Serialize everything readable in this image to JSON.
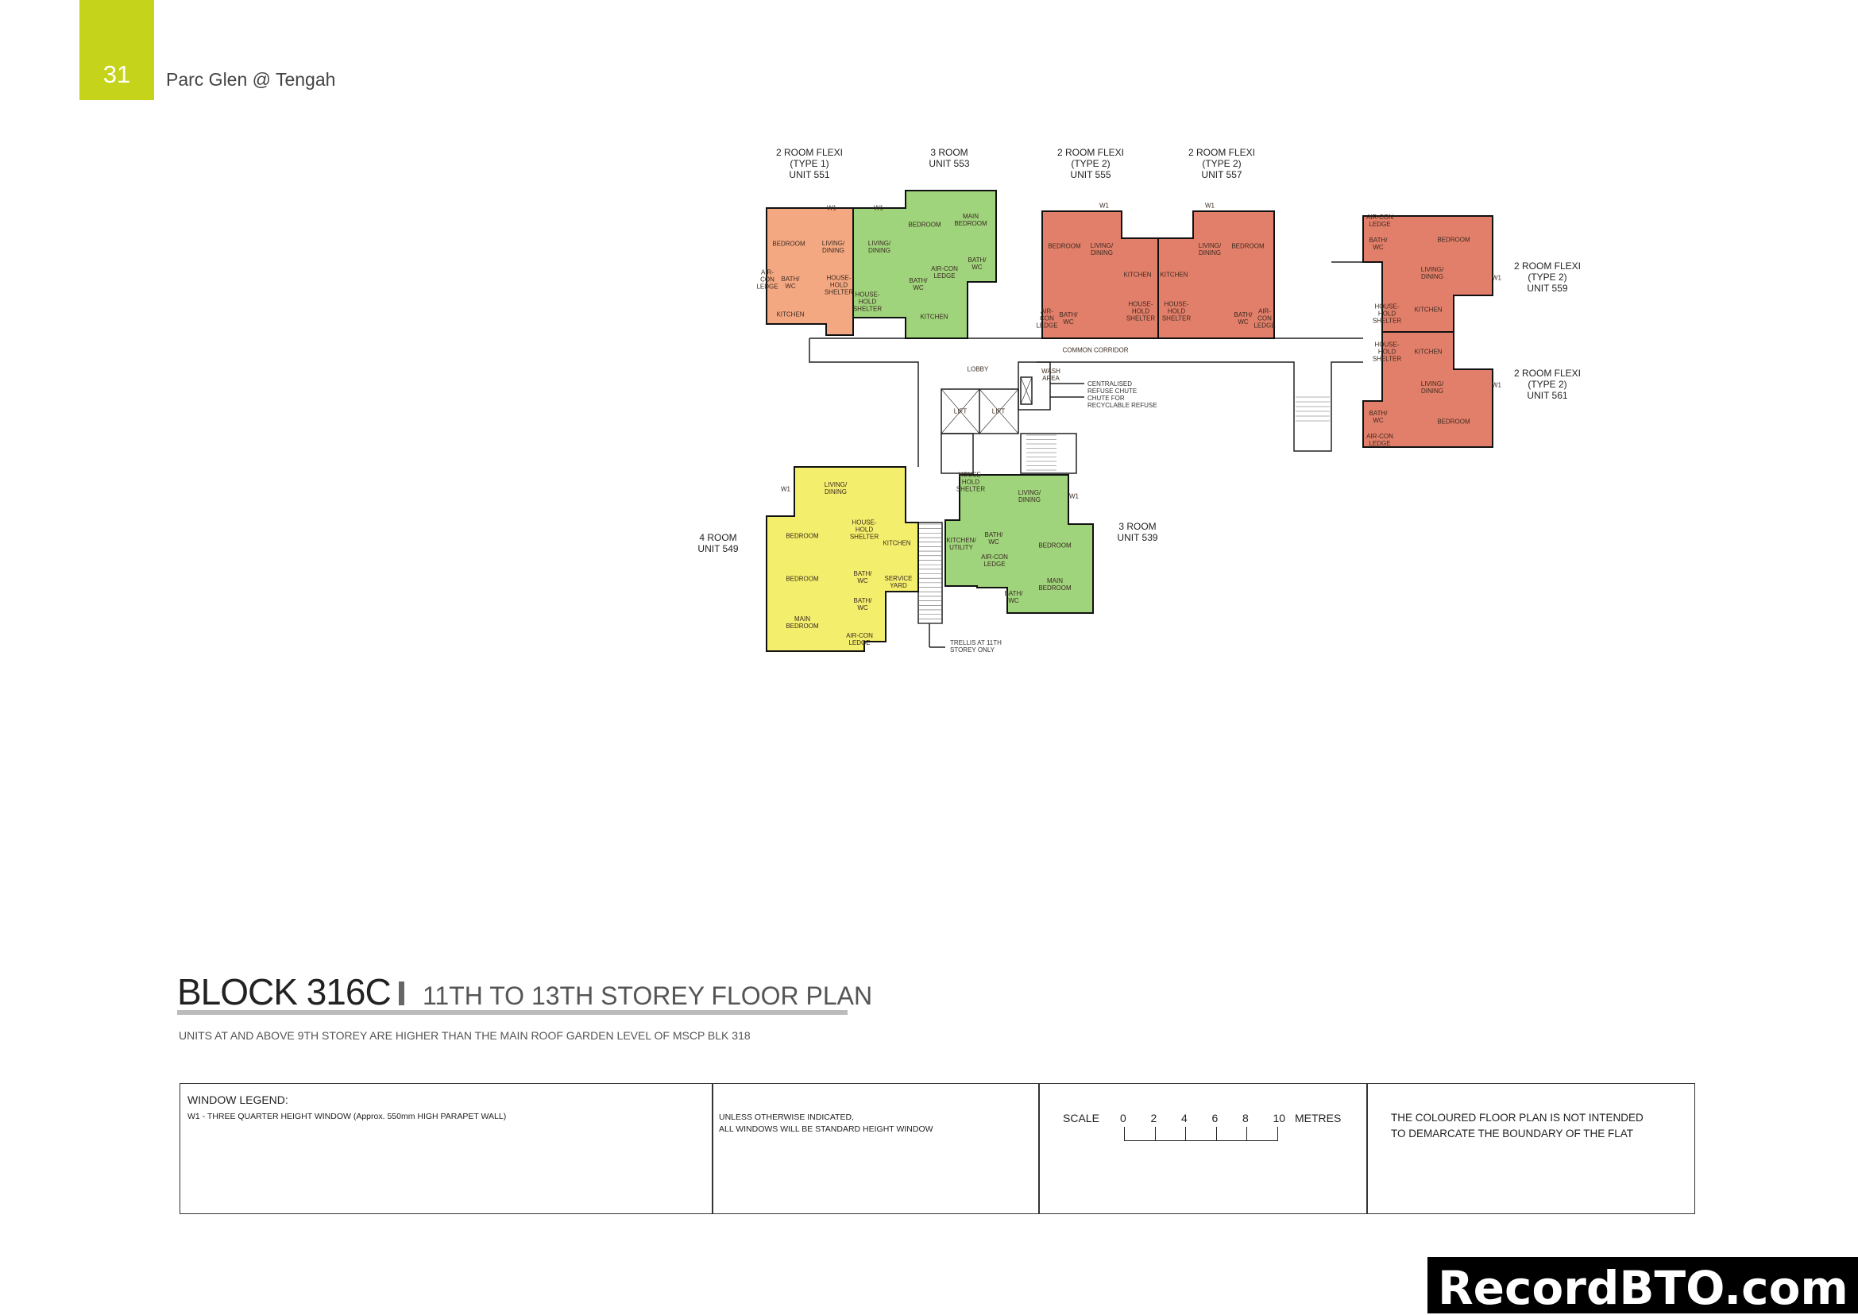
{
  "header": {
    "page_number": "31",
    "title": "Parc Glen @ Tengah",
    "accent_color": "#c5d41a"
  },
  "units": [
    {
      "id": "551",
      "label": "2 ROOM FLEXI\n(TYPE 1)\nUNIT 551",
      "color": "#f4a882",
      "rooms": [
        "BEDROOM",
        "LIVING/\nDINING",
        "AIR-\nCON\nLEDGE",
        "BATH/\nWC",
        "HOUSE-\nHOLD\nSHELTER",
        "KITCHEN"
      ]
    },
    {
      "id": "553",
      "label": "3 ROOM\nUNIT 553",
      "color": "#9fd37c",
      "rooms": [
        "BEDROOM",
        "MAIN\nBEDROOM",
        "LIVING/\nDINING",
        "BATH/\nWC",
        "BATH/\nWC",
        "AIR-CON\nLEDGE",
        "HOUSE-\nHOLD\nSHELTER",
        "KITCHEN"
      ]
    },
    {
      "id": "555",
      "label": "2 ROOM FLEXI\n(TYPE 2)\nUNIT 555",
      "color": "#e27f6a",
      "rooms": [
        "BEDROOM",
        "LIVING/\nDINING",
        "KITCHEN",
        "AIR-\nCON\nLEDGE",
        "BATH/\nWC",
        "HOUSE-\nHOLD\nSHELTER"
      ]
    },
    {
      "id": "557",
      "label": "2 ROOM FLEXI\n(TYPE 2)\nUNIT 557",
      "color": "#e27f6a",
      "rooms": [
        "KITCHEN",
        "HOUSE-\nHOLD\nSHELTER",
        "LIVING/\nDINING",
        "BEDROOM",
        "BATH/\nWC",
        "AIR-\nCON\nLEDGE"
      ]
    },
    {
      "id": "559",
      "label": "2 ROOM FLEXI\n(TYPE 2)\nUNIT 559",
      "color": "#e27f6a",
      "rooms": [
        "AIR-CON\nLEDGE",
        "BATH/\nWC",
        "BEDROOM",
        "LIVING/\nDINING",
        "HOUSE-\nHOLD\nSHELTER",
        "KITCHEN"
      ]
    },
    {
      "id": "561",
      "label": "2 ROOM FLEXI\n(TYPE 2)\nUNIT 561",
      "color": "#e27f6a",
      "rooms": [
        "KITCHEN",
        "HOUSE-\nHOLD\nSHELTER",
        "LIVING/\nDINING",
        "BATH/\nWC",
        "BEDROOM",
        "AIR-CON\nLEDGE"
      ]
    },
    {
      "id": "549",
      "label": "4 ROOM\nUNIT 549",
      "color": "#f3ee6c",
      "rooms": [
        "LIVING/\nDINING",
        "BEDROOM",
        "HOUSE-\nHOLD\nSHELTER",
        "KITCHEN",
        "BEDROOM",
        "BATH/\nWC",
        "SERVICE\nYARD",
        "BATH/\nWC",
        "MAIN\nBEDROOM",
        "AIR-CON\nLEDGE"
      ]
    },
    {
      "id": "539",
      "label": "3 ROOM\nUNIT 539",
      "color": "#9fd37c",
      "rooms": [
        "HOUSE-\nHOLD\nSHELTER",
        "LIVING/\nDINING",
        "KITCHEN/\nUTILITY",
        "BATH/\nWC",
        "AIR-CON\nLEDGE",
        "BEDROOM",
        "MAIN\nBEDROOM",
        "BATH/\nWC"
      ]
    }
  ],
  "common": {
    "window_tag": "W1",
    "corridor": "COMMON CORRIDOR",
    "lobby": "LOBBY",
    "wash_area": "WASH\nAREA",
    "refuse": "CENTRALISED\nREFUSE CHUTE\nCHUTE FOR\nRECYCLABLE REFUSE",
    "lift": "LIFT",
    "trellis": "TRELLIS AT 11TH\nSTOREY ONLY"
  },
  "title": {
    "block": "BLOCK 316C",
    "subtitle": "11TH TO 13TH STOREY FLOOR PLAN",
    "note": "UNITS AT AND ABOVE 9TH STOREY ARE HIGHER THAN THE MAIN ROOF GARDEN LEVEL OF MSCP BLK 318"
  },
  "legend": {
    "window_heading": "WINDOW LEGEND:",
    "window_w1": "W1 - THREE QUARTER HEIGHT WINDOW (Approx. 550mm HIGH PARAPET WALL)",
    "standard": "UNLESS OTHERWISE INDICATED,\nALL WINDOWS WILL BE STANDARD HEIGHT WINDOW",
    "scale_label": "SCALE",
    "scale_ticks": [
      "0",
      "2",
      "4",
      "6",
      "8",
      "10"
    ],
    "scale_unit": "METRES",
    "disclaimer": "THE COLOURED FLOOR PLAN IS NOT INTENDED\nTO DEMARCATE THE BOUNDARY OF THE FLAT"
  },
  "watermark": "RecordBTO.com"
}
